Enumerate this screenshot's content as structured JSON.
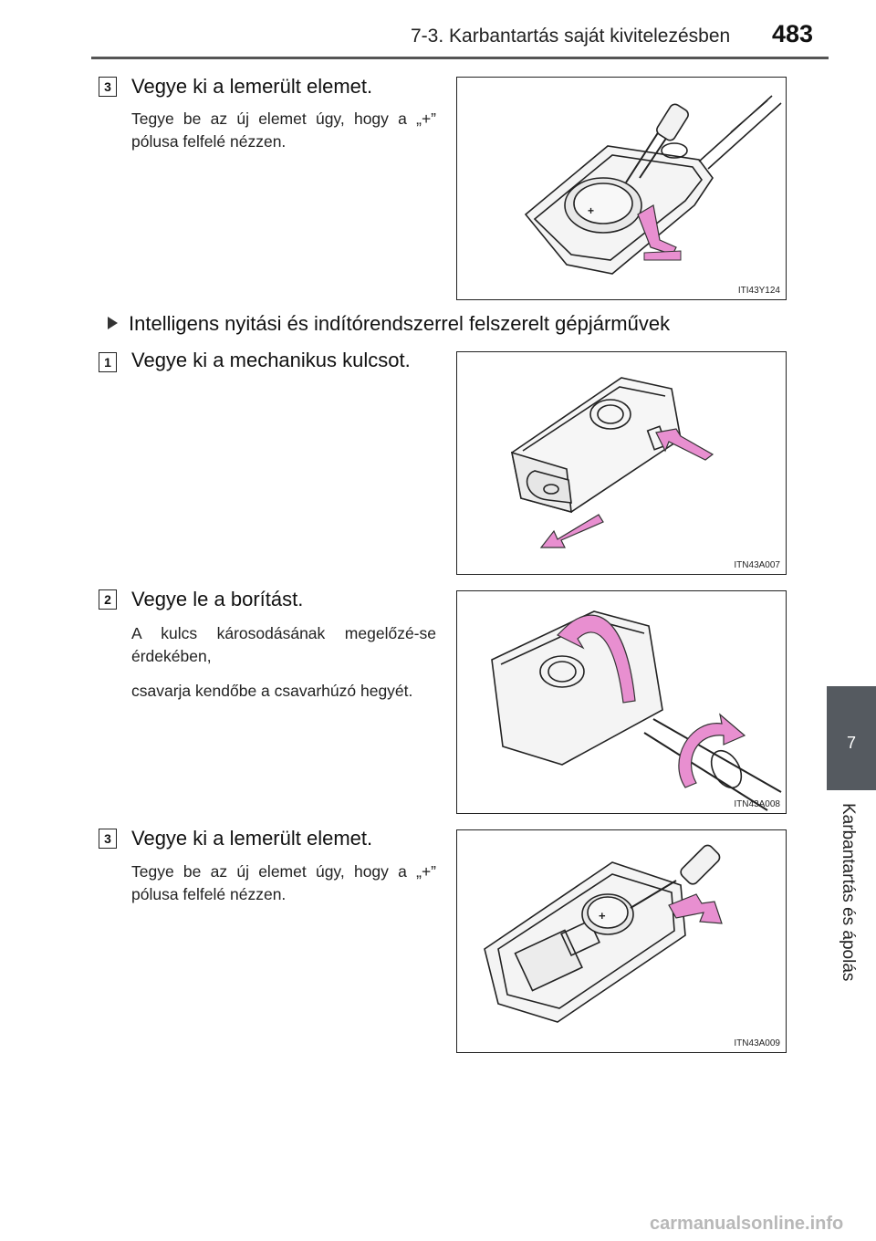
{
  "header": {
    "title": "7-3. Karbantartás saját kivitelezésben",
    "page_number": "483"
  },
  "side_tab": {
    "chapter": "7",
    "label": "Karbantartás és ápolás"
  },
  "steps": [
    {
      "number": "3",
      "title": "Vegye ki a lemerült elemet.",
      "body": [
        "Tegye be az új elemet úgy, hogy a „+” pólusa felfelé nézzen."
      ],
      "figure_code": "ITI43Y124"
    },
    {
      "number": "1",
      "title": "Vegye ki a mechanikus kulcsot.",
      "body": [],
      "figure_code": "ITN43A007"
    },
    {
      "number": "2",
      "title": "Vegye le a borítást.",
      "body": [
        "A kulcs károsodásának megelőzé-se érdekében,",
        "csavarja kendőbe a csavarhúzó hegyét."
      ],
      "figure_code": "ITN43A008"
    },
    {
      "number": "3",
      "title": "Vegye ki a lemerült elemet.",
      "body": [
        "Tegye be az új elemet úgy, hogy a „+” pólusa felfelé nézzen."
      ],
      "figure_code": "ITN43A009"
    }
  ],
  "section": {
    "heading": "Intelligens nyitási és indítórendszerrel felszerelt gépjárművek"
  },
  "figure_symbols": {
    "battery_plus": "+"
  },
  "colors": {
    "arrow_pink": "#e88fd0",
    "side_tab": "#555a60"
  },
  "watermark": "carmanualsonline.info"
}
